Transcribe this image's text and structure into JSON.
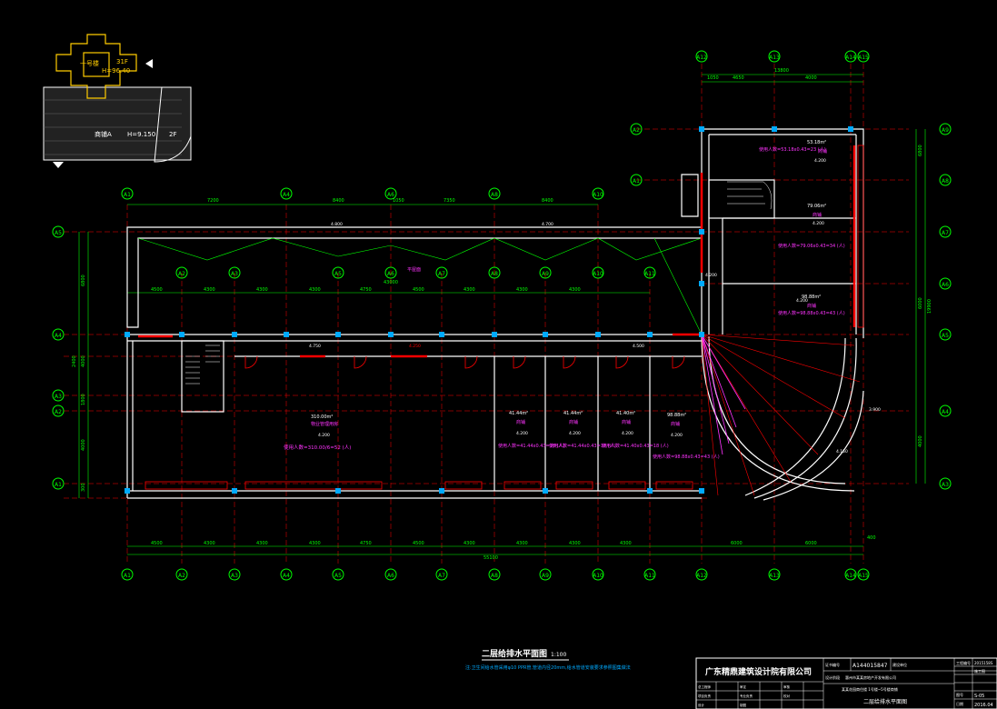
{
  "drawing": {
    "title": "二层给排水平面图",
    "scale": "1:100",
    "note": "注:卫生间给水管采用φ10 PPR管,管道内径20mm,给水管道安装要求参照图集做法",
    "building_labels": {
      "key_title": "一号楼",
      "key_floors": "31F",
      "key_height": "H=96.40",
      "podium_label": "商铺A",
      "podium_height": "H=9.150",
      "podium_floors": "2F"
    }
  },
  "axes_top_bottom": [
    "A1",
    "A2",
    "A3",
    "A4",
    "A5",
    "A6",
    "A7",
    "A8",
    "A9",
    "A10",
    "A11",
    "A12",
    "A13",
    "A14",
    "A15"
  ],
  "axes_top": [
    "A1",
    "A4",
    "A6",
    "A8",
    "A10"
  ],
  "axes_top_right": [
    "A12",
    "A13",
    "A14",
    "A15"
  ],
  "axes_left": [
    "A5",
    "A4",
    "A3",
    "A2",
    "A1"
  ],
  "axes_right": [
    "A9",
    "A8",
    "A7",
    "A6",
    "A5",
    "A4",
    "A3",
    "A2",
    "A1"
  ],
  "dimensions": {
    "top_row": [
      "7200",
      "8400",
      "1050",
      "7350",
      "8400"
    ],
    "top_right": [
      "1050",
      "4650",
      "4000",
      "13800"
    ],
    "mid_row": [
      "4500",
      "4300",
      "4300",
      "4300",
      "4750",
      "4500",
      "4300",
      "4300",
      "4300",
      "43000"
    ],
    "bottom_row": [
      "4500",
      "4300",
      "4300",
      "4300",
      "4750",
      "4500",
      "4300",
      "4300",
      "4300",
      "4300",
      "6000",
      "6000",
      "400",
      "55100"
    ],
    "left_col": [
      "6800",
      "2400",
      "4000",
      "1800",
      "4000",
      "300"
    ],
    "right_col": [
      "6800",
      "6000",
      "4000",
      "19900"
    ]
  },
  "rooms": [
    {
      "area": "310.00m²",
      "name": "物业管理用房",
      "calc": "使用人数=310.00/6=52 (人)",
      "level": "4.200"
    },
    {
      "area": "41.44m²",
      "name": "商铺",
      "calc": "使用人数=41.44x0.43=18 (人)",
      "level": "4.200"
    },
    {
      "area": "41.44m²",
      "name": "商铺",
      "calc": "使用人数=41.44x0.43=18 (人)",
      "level": "4.200"
    },
    {
      "area": "41.40m²",
      "name": "商铺",
      "calc": "使用人数=41.40x0.43=18 (人)",
      "level": "4.200"
    },
    {
      "area": "98.88m²",
      "name": "商铺",
      "calc": "使用人数=98.88x0.43=43 (人)",
      "level": "4.200"
    },
    {
      "area": "53.18m²",
      "name": "商铺",
      "calc": "使用人数=53.18x0.43=23 (人)",
      "level": "4.200"
    },
    {
      "area": "79.06m²",
      "name": "商铺",
      "calc": "使用人数=79.06x0.43=34 (人)",
      "level": "4.200"
    },
    {
      "area": "98.88m²",
      "name": "商铺",
      "calc": "使用人数=98.88x0.43=43 (人)",
      "level": "4.200"
    }
  ],
  "levels": [
    "4.200",
    "4.800",
    "4.700",
    "4.750",
    "4.250",
    "4.500",
    "3.900",
    "4.150"
  ],
  "roof_label": "平屋面",
  "title_block": {
    "company": "广东精鼎建筑设计院有限公司",
    "cert_no": "A144015847",
    "cert_label": "证书编号",
    "project_label": "建设单位",
    "project": "惠州市某某房地产开发有限公司",
    "sub_project": "某某花园商住楼 1号楼~5号楼商铺",
    "stage_label": "设计阶段",
    "stage": "施工图",
    "year_label": "工程编号",
    "year_code": "2015158S",
    "drawing_name": "二层给排水平面图",
    "sheet_label": "图号",
    "sheet": "S-05",
    "date_label": "日期",
    "date": "2016.04",
    "rows": [
      "总工程师",
      "审定",
      "审核",
      "项目负责",
      "专业负责",
      "校对",
      "设计",
      "制图"
    ]
  },
  "colors": {
    "wall": "#ffffff",
    "axis": "#00ff00",
    "dimension": "#00ff00",
    "pipe_red": "#ff0000",
    "column": "#00aaff",
    "room_text": "#ff33ff",
    "drain": "#ff00ff",
    "key_plan": "#ffcc00"
  }
}
